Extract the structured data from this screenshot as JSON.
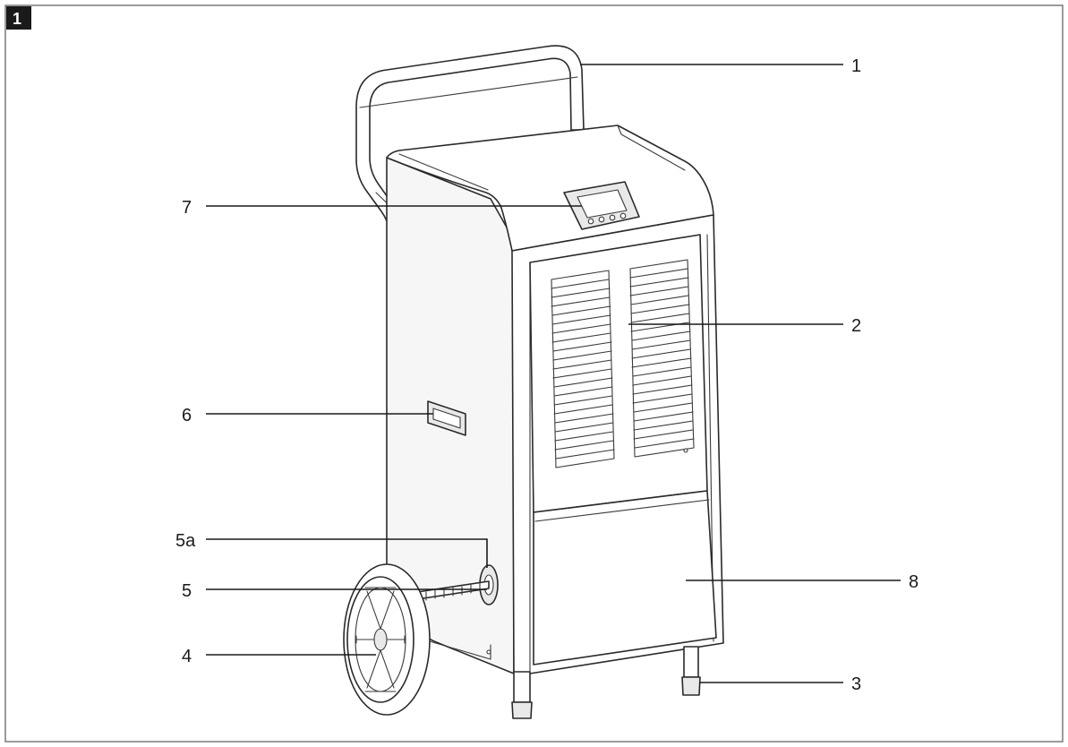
{
  "figure": {
    "badge": "1",
    "callouts": {
      "c1": "1",
      "c2": "2",
      "c3": "3",
      "c4": "4",
      "c5": "5",
      "c5a": "5a",
      "c6": "6",
      "c7": "7",
      "c8": "8"
    }
  },
  "colors": {
    "line": "#2a2a2a",
    "badge_bg": "#1a1a1a",
    "frame": "#7a7a7a"
  }
}
